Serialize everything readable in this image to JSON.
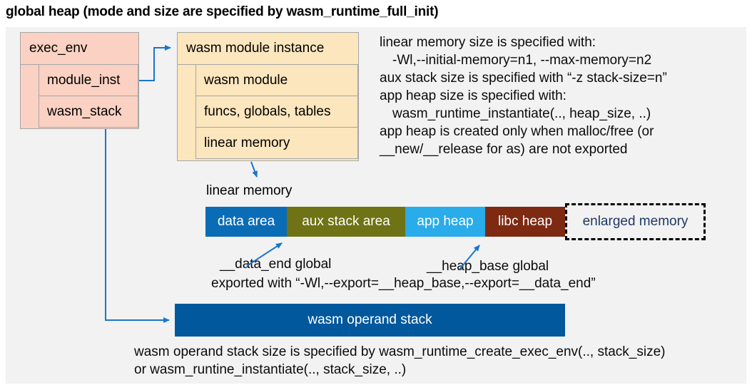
{
  "title": "global heap (mode and size are specified by wasm_runtime_full_init)",
  "exec_env": {
    "title": "exec_env",
    "rows": [
      {
        "label": "module_inst"
      },
      {
        "label": "wasm_stack"
      }
    ]
  },
  "module_instance": {
    "title": "wasm module instance",
    "rows": [
      {
        "label": "wasm module"
      },
      {
        "label": "funcs, globals, tables"
      },
      {
        "label": "linear memory"
      }
    ]
  },
  "notes_right": {
    "lines": [
      {
        "text": "linear memory size is specified with:"
      },
      {
        "text": "-Wl,--initial-memory=n1, --max-memory=n2"
      },
      {
        "text": "aux stack size is specified with “-z stack-size=n”"
      },
      {
        "text": "app heap size is specified with:"
      },
      {
        "text": "wasm_runtime_instantiate(.., heap_size, ..)"
      },
      {
        "text": "app heap is created only when malloc/free (or"
      },
      {
        "text": "__new/__release for as) are not exported"
      }
    ]
  },
  "linear_memory": {
    "label": "linear memory",
    "segments": [
      {
        "label": "data area",
        "color": "#0B6CB6"
      },
      {
        "label": "aux stack area",
        "color": "#6F7215"
      },
      {
        "label": "app heap",
        "color": "#29ACE9"
      },
      {
        "label": "libc heap",
        "color": "#7E2A12"
      }
    ],
    "enlarged": {
      "label": "enlarged memory",
      "text_color": "#1F3864"
    }
  },
  "annotations": {
    "data_end": "__data_end global",
    "heap_base": "__heap_base global",
    "exported": "exported with “-Wl,--export=__heap_base,--export=__data_end”"
  },
  "operand_stack": {
    "label": "wasm operand stack",
    "color": "#02589C",
    "notes": [
      "wasm operand stack size is specified by wasm_runtime_create_exec_env(.., stack_size)",
      "or wasm_runtine_instantiate(.., stack_size, ..)"
    ]
  },
  "colors": {
    "panel_bg": "#F2F2F2",
    "exec_env_fill": "#FAD1C2",
    "module_instance_fill": "#FBE6BE",
    "box_border": "#A6A6A6",
    "arrow": "#1B74CE"
  }
}
